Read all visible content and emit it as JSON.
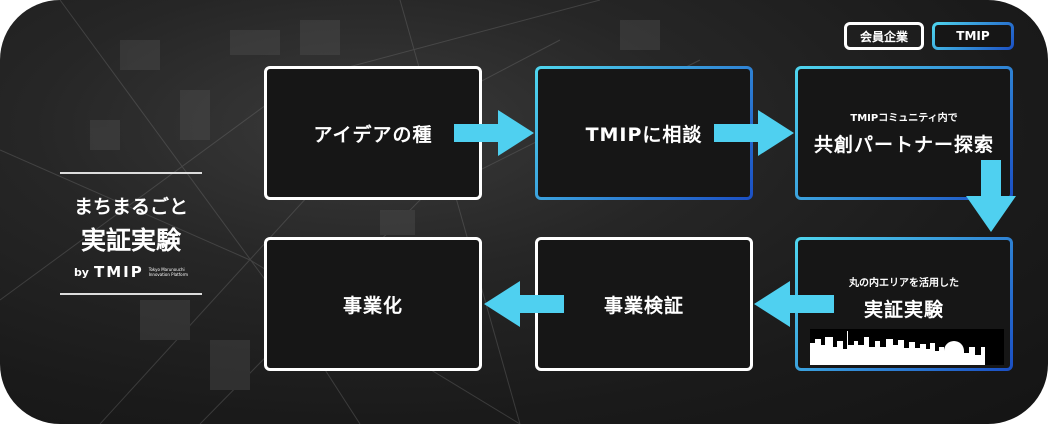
{
  "title": {
    "line1": "まちまるごと",
    "line2": "実証実験",
    "by": "by",
    "brand": "TMIP",
    "brand_sub1": "Tokyo Marunouchi",
    "brand_sub2": "Innovation Platform"
  },
  "legend": {
    "member": "会員企業",
    "tmip": "TMIP"
  },
  "steps": [
    {
      "label": "アイデアの種"
    },
    {
      "label": "TMIPに相談"
    },
    {
      "sub": "TMIPコミュニティ内で",
      "label": "共創パートナー探索"
    },
    {
      "sub": "丸の内エリアを活用した",
      "label": "実証実験"
    },
    {
      "label": "事業検証"
    },
    {
      "label": "事業化"
    }
  ],
  "colors": {
    "arrow": "#4fd0f0",
    "grad_start": "#4fd6ee",
    "grad_end": "#1b4fc4"
  }
}
